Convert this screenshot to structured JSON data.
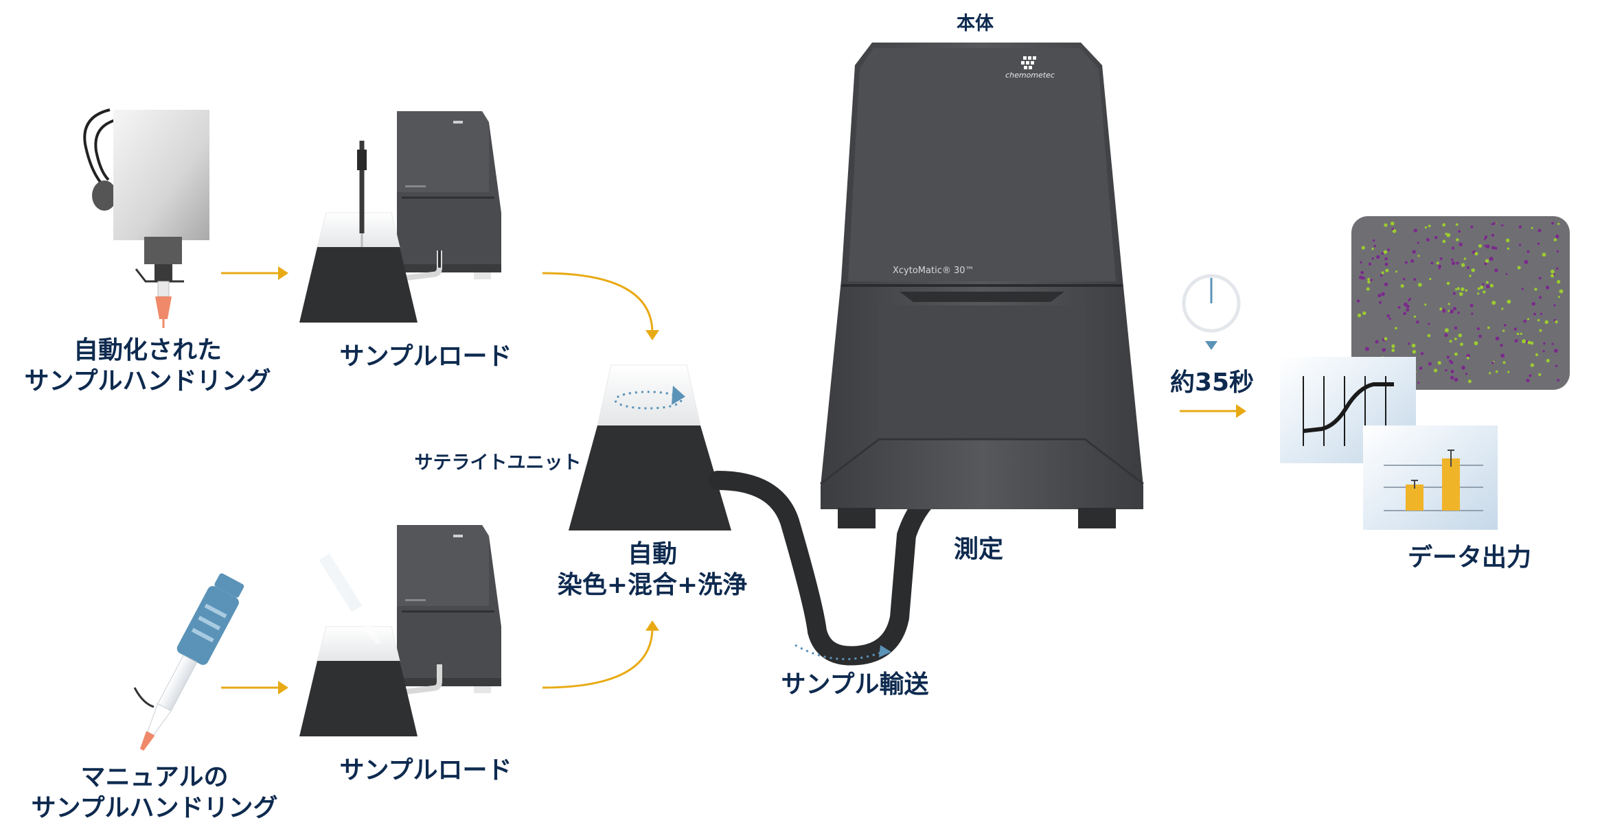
{
  "labels": {
    "main_unit": "本体",
    "auto_handling_line1": "自動化された",
    "auto_handling_line2": "サンプルハンドリング",
    "sample_load_top": "サンプルロード",
    "sample_load_bottom": "サンプルロード",
    "satellite_unit": "サテライトユニット",
    "auto_process_line1": "自動",
    "auto_process_line2": "染色+混合+洗浄",
    "measurement": "測定",
    "time": "約35秒",
    "sample_transport": "サンプル輸送",
    "data_output": "データ出力",
    "manual_handling_line1": "マニュアルの",
    "manual_handling_line2": "サンプルハンドリング"
  },
  "device": {
    "brand": "chemometec",
    "model": "XcytoMatic® 30™"
  },
  "colors": {
    "text": "#0e2a4f",
    "arrow": "#e8aa14",
    "accent_blue": "#5b93b8",
    "device_dark": "#4a4b4e",
    "device_darker": "#38393b",
    "cone_dark": "#2f3032",
    "bar_fill": "#f0b429",
    "cell_purple": "#7b2a8c",
    "cell_green": "#9ccc2f",
    "panel_bg": "#d4e3f0"
  },
  "icons": [
    "robot-arm-icon",
    "pipette-icon",
    "timer-icon",
    "rotation-icon",
    "transport-dots-icon",
    "micrograph-icon",
    "line-chart-icon",
    "bar-chart-icon"
  ]
}
